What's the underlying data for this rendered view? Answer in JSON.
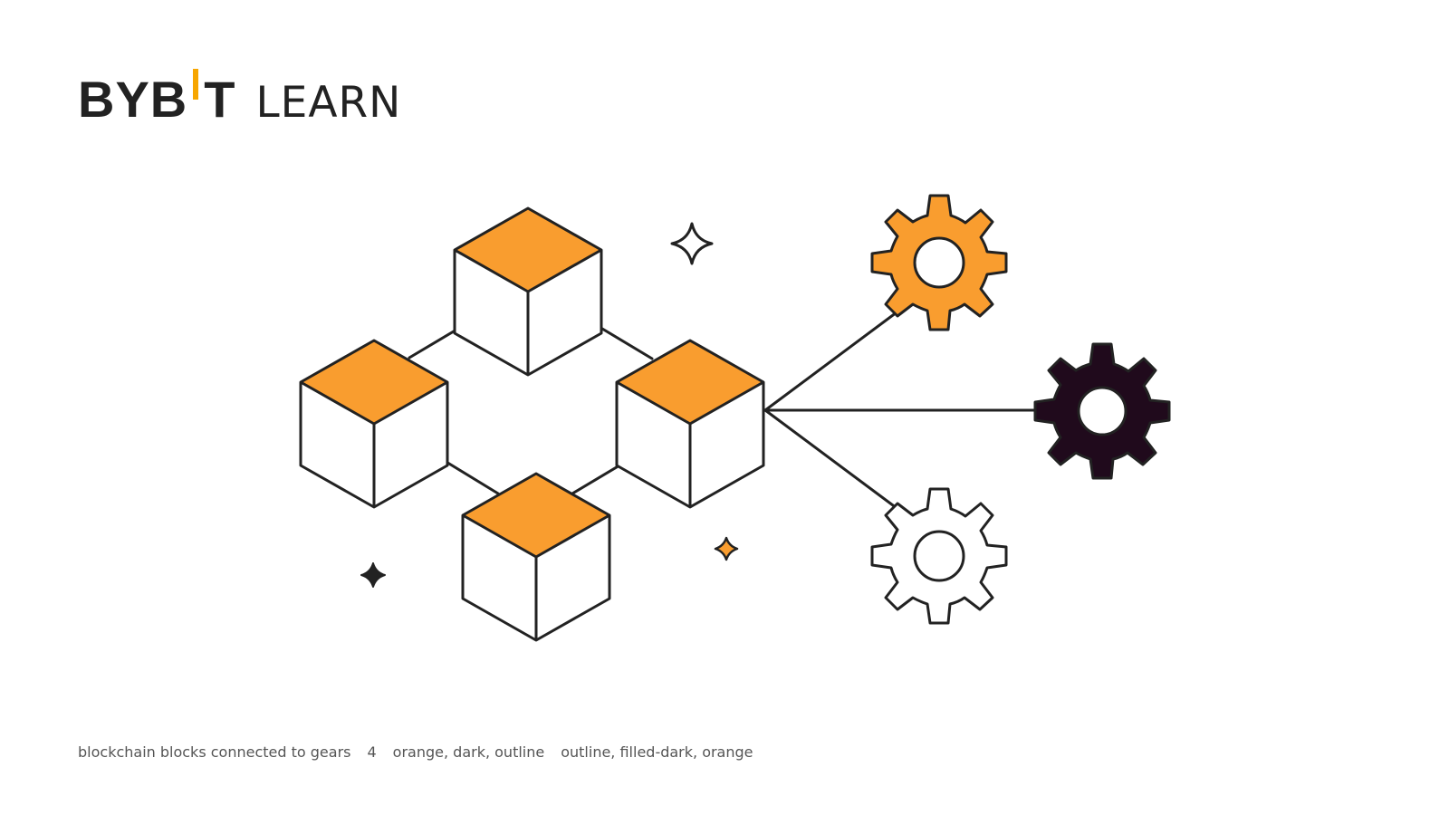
{
  "logo": {
    "brand_left": "BYB",
    "brand_right": "T",
    "suffix": "LEARN"
  },
  "colors": {
    "accent_orange": "#f99d2f",
    "logo_orange": "#f7a600",
    "stroke": "#222222",
    "dark_gear": "#200a1c",
    "background": "#ffffff"
  },
  "illustration": {
    "subject": "blockchain blocks connected to gears",
    "blocks": 4,
    "gears": [
      "orange",
      "dark",
      "outline"
    ],
    "sparkles": [
      "outline",
      "filled-dark",
      "orange"
    ]
  }
}
